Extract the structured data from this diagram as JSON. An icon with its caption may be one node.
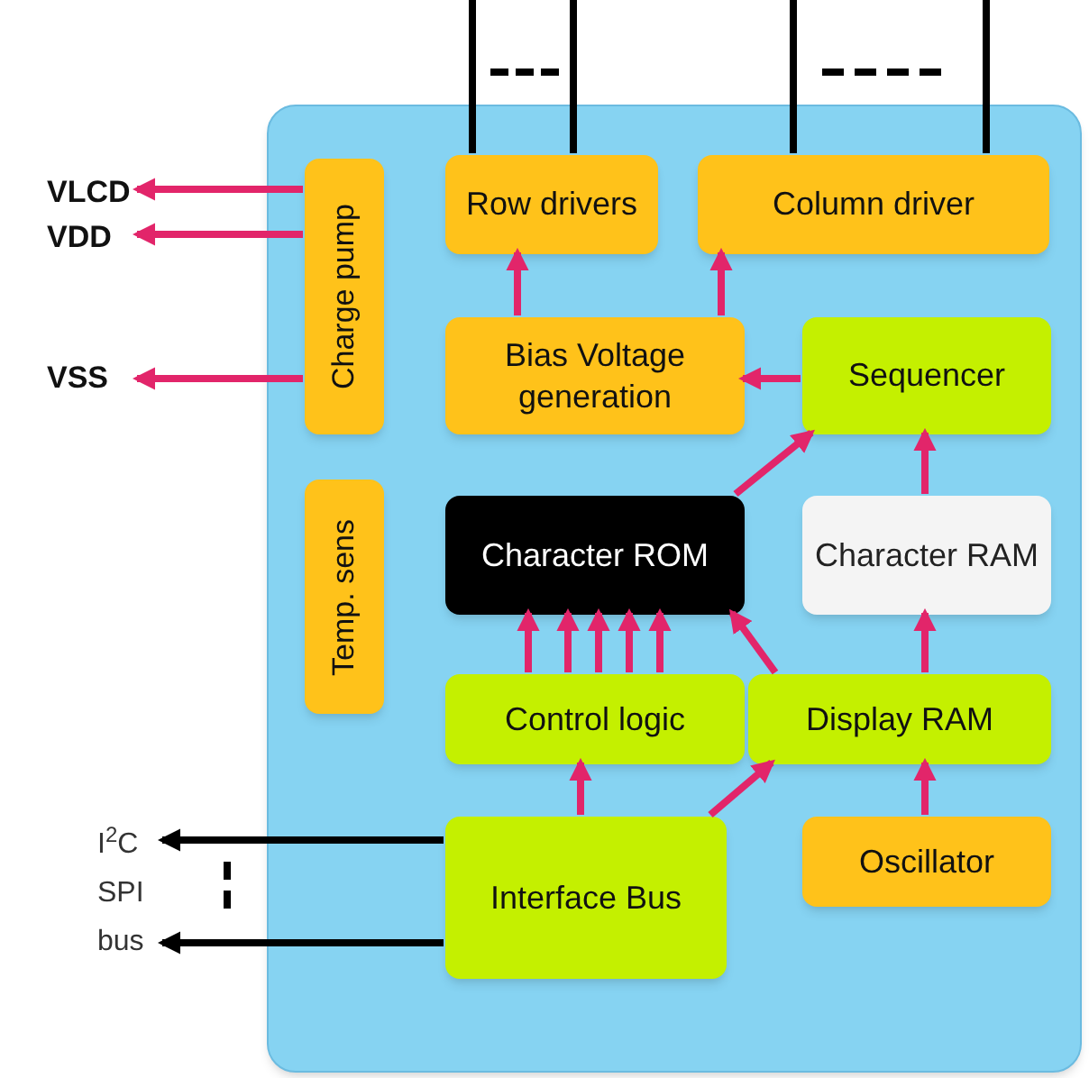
{
  "diagram": {
    "nodes": [
      {
        "text": [],
        "shape": "box"
      },
      {
        "text": [
          "Charge pump"
        ],
        "in": 0
      },
      {
        "text": [
          "Temp. sens"
        ],
        "in": 0
      },
      {
        "text": [
          "Row drivers"
        ],
        "in": 0
      },
      {
        "text": [
          "Column driver"
        ],
        "in": 0
      },
      {
        "text": [
          "Bias Voltage generation"
        ],
        "in": 0
      },
      {
        "text": [
          "Sequencer"
        ],
        "in": 0
      },
      {
        "text": [
          "Character ROM"
        ],
        "in": 0
      },
      {
        "text": [
          "Character RAM"
        ],
        "in": 0
      },
      {
        "text": [
          "Control logic"
        ],
        "in": 0
      },
      {
        "text": [
          "Display RAM"
        ],
        "in": 0
      },
      {
        "text": [
          "Interface Bus"
        ],
        "in": 0
      },
      {
        "text": [
          "Oscillator"
        ],
        "in": 0
      },
      {
        "text": [
          "VLCD"
        ]
      },
      {
        "text": [
          "VDD"
        ]
      },
      {
        "text": [
          "VSS"
        ]
      },
      {
        "text": [
          "I$^{2}$C"
        ]
      },
      {
        "text": [
          "SPI"
        ]
      },
      {
        "text": [
          "bus"
        ]
      }
    ],
    "edges": [
      {
        "from": 1,
        "to": 13,
        "arrow": "to"
      },
      {
        "from": 1,
        "to": 14,
        "arrow": "to"
      },
      {
        "from": 1,
        "to": 15,
        "arrow": "to"
      },
      {
        "from": 5,
        "to": 3,
        "arrow": "to"
      },
      {
        "from": 5,
        "to": 4,
        "arrow": "to"
      },
      {
        "from": 6,
        "to": 5,
        "arrow": "to"
      },
      {
        "from": 7,
        "to": 6,
        "arrow": "to"
      },
      {
        "from": 8,
        "to": 6,
        "arrow": "to"
      },
      {
        "from": 9,
        "to": 7,
        "arrow": "to"
      },
      {
        "from": 9,
        "to": 7,
        "arrow": "to"
      },
      {
        "from": 9,
        "to": 7,
        "arrow": "to"
      },
      {
        "from": 9,
        "to": 7,
        "arrow": "to"
      },
      {
        "from": 9,
        "to": 7,
        "arrow": "to"
      },
      {
        "from": 10,
        "to": 7,
        "arrow": "to"
      },
      {
        "from": 10,
        "to": 8,
        "arrow": "to"
      },
      {
        "from": 11,
        "to": 9,
        "arrow": "to"
      },
      {
        "from": 11,
        "to": 10,
        "arrow": "to"
      },
      {
        "from": 11,
        "to": 16,
        "arrow": "to",
        "color": "#000000"
      },
      {
        "from": 11,
        "to": 18,
        "arrow": "to",
        "color": "#000000"
      },
      {
        "from": 12,
        "to": 10,
        "arrow": "to"
      },
      {
        "from": 3,
        "to": null,
        "arrow": "none",
        "color": "#000000"
      },
      {
        "from": 3,
        "to": null,
        "arrow": "none",
        "color": "#000000"
      },
      {
        "from": 4,
        "to": null,
        "arrow": "none",
        "color": "#000000"
      },
      {
        "from": 4,
        "to": null,
        "arrow": "none",
        "color": "#000000"
      }
    ]
  }
}
